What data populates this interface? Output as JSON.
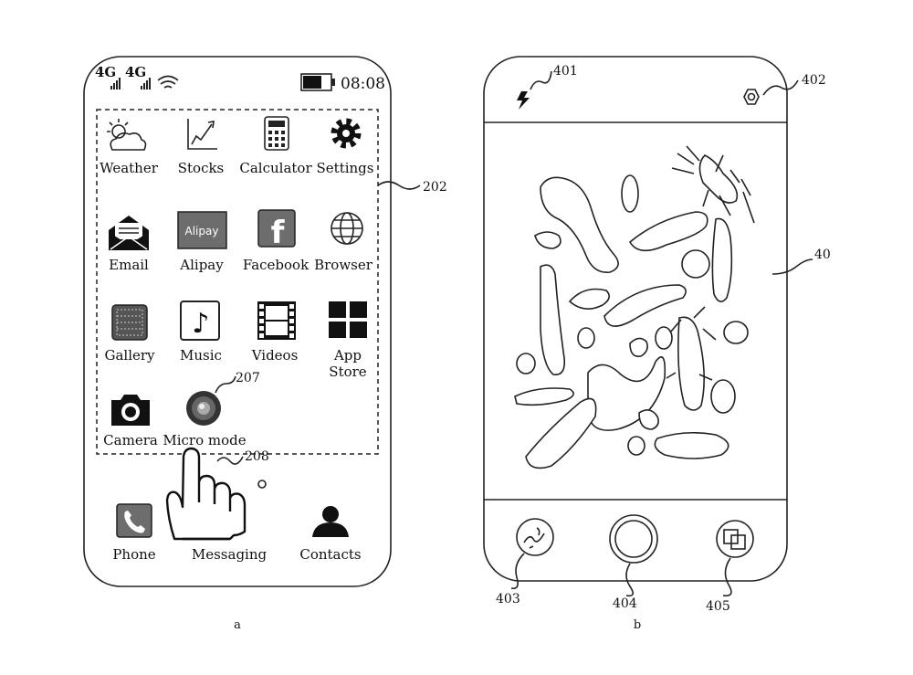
{
  "phone_a": {
    "status": {
      "net1": "4G",
      "net2": "4G",
      "time": "08:08"
    },
    "app_grid": [
      {
        "label": "Weather",
        "icon": "weather-icon"
      },
      {
        "label": "Stocks",
        "icon": "stocks-icon"
      },
      {
        "label": "Calculator",
        "icon": "calculator-icon"
      },
      {
        "label": "Settings",
        "icon": "gear-icon"
      },
      {
        "label": "Email",
        "icon": "email-icon"
      },
      {
        "label": "Alipay",
        "icon": "alipay-icon",
        "badge": "Alipay"
      },
      {
        "label": "Facebook",
        "icon": "facebook-icon",
        "badge": "f"
      },
      {
        "label": "Browser",
        "icon": "globe-icon"
      },
      {
        "label": "Gallery",
        "icon": "gallery-icon"
      },
      {
        "label": "Music",
        "icon": "music-note-icon",
        "badge": "♪"
      },
      {
        "label": "Videos",
        "icon": "film-icon"
      },
      {
        "label": "App",
        "label2": "Store",
        "icon": "app-store-icon"
      },
      {
        "label": "Camera",
        "icon": "camera-icon"
      },
      {
        "label": "Micro mode",
        "icon": "micro-mode-icon"
      }
    ],
    "dock": [
      {
        "label": "Phone",
        "icon": "phone-icon"
      },
      {
        "label": "Messaging",
        "icon": "messaging-icon"
      },
      {
        "label": "Contacts",
        "icon": "contacts-icon"
      }
    ],
    "callouts": {
      "grid": "202",
      "micro_mode": "207",
      "gesture": "208"
    },
    "caption": "a"
  },
  "phone_b": {
    "callouts": {
      "flash": "401",
      "settings": "402",
      "view": "40",
      "gallery": "403",
      "shutter": "404",
      "switch": "405"
    },
    "caption": "b"
  }
}
